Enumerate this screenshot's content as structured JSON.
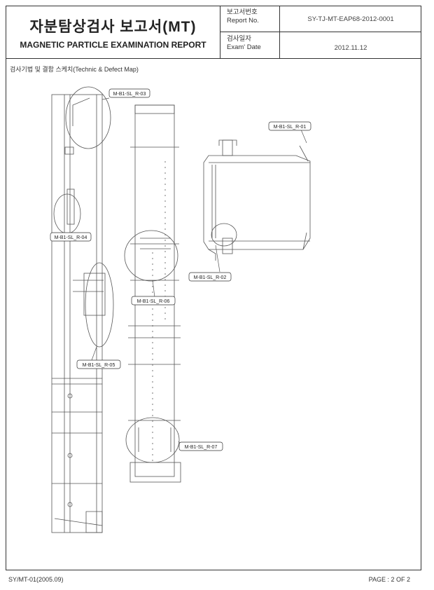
{
  "header": {
    "title_ko": "자분탐상검사 보고서(MT)",
    "title_en": "MAGNETIC PARTICLE EXAMINATION REPORT",
    "report_no_label_ko": "보고서번호",
    "report_no_label_en": "Report No.",
    "report_no_value": "SY-TJ-MT-EAP68-2012-0001",
    "exam_date_label_ko": "검사일자",
    "exam_date_label_en": "Exam' Date",
    "exam_date_value": "2012.11.12"
  },
  "section_title": "검사기법 및 결함 스케치(Technic & Defect Map)",
  "callouts": [
    "M-B1-SL_R-01",
    "M-B1-SL_R-02",
    "M-B1-SL_R-03",
    "M-B1-SL_R-04",
    "M-B1-SL_R-05",
    "M-B1-SL_R-06",
    "M-B1-SL_R-07"
  ],
  "footer": {
    "form_no": "SY/MT-01(2005.09)",
    "page": "PAGE : 2 OF 2"
  }
}
